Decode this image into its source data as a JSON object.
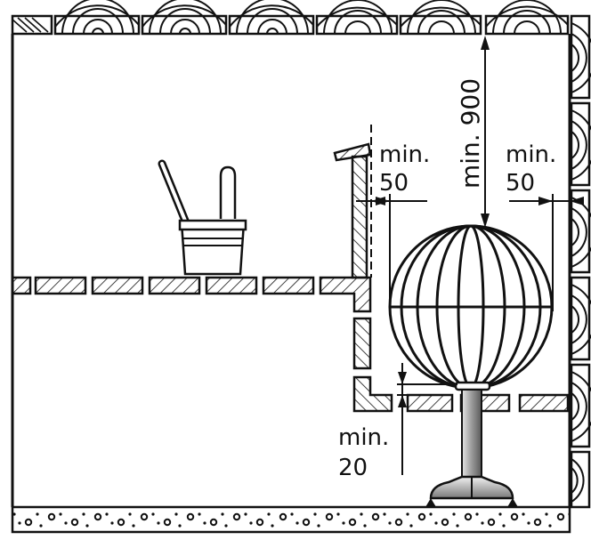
{
  "labels": {
    "clearance_left_prefix": "min.",
    "clearance_left_value": "50",
    "clearance_right_prefix": "min.",
    "clearance_right_value": "50",
    "clearance_top": "min. 900",
    "clearance_bottom_prefix": "min.",
    "clearance_bottom_value": "20"
  },
  "colors": {
    "ink": "#111111",
    "paper": "#ffffff",
    "post_light": "#d9d9d9",
    "post_mid": "#9a9a9a",
    "post_dark": "#555555"
  },
  "icons": {
    "bucket": "sauna-bucket-with-ladle-icon",
    "heater": "spherical-sauna-heater-icon"
  }
}
